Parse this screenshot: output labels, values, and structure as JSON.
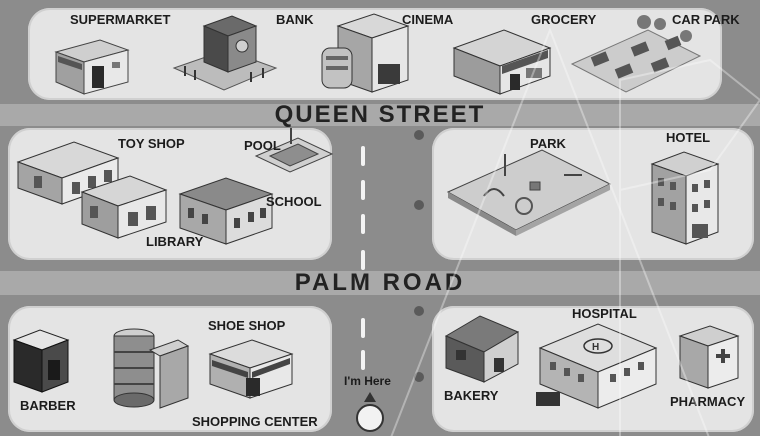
{
  "streets": {
    "queen": "QUEEN STREET",
    "palm": "PALM ROAD"
  },
  "places": {
    "supermarket": "SUPERMARKET",
    "bank": "BANK",
    "cinema": "CINEMA",
    "grocery": "GROCERY",
    "car_park": "CAR PARK",
    "toy_shop": "TOY SHOP",
    "pool": "POOL",
    "school": "SCHOOL",
    "library": "LIBRARY",
    "park": "PARK",
    "hotel": "HOTEL",
    "shoe_shop": "SHOE SHOP",
    "barber": "BARBER",
    "shopping_center": "SHOPPING CENTER",
    "hospital": "HOSPITAL",
    "bakery": "BAKERY",
    "pharmacy": "PHARMACY"
  },
  "you_are_here": "I'm Here",
  "colors": {
    "road": "#8c8c8c",
    "block": "#e4e4e4",
    "street_band": "#a9a9a9",
    "building_dark": "#3a3a3a",
    "building_mid": "#7a7a7a",
    "building_light": "#c9c9c9"
  }
}
